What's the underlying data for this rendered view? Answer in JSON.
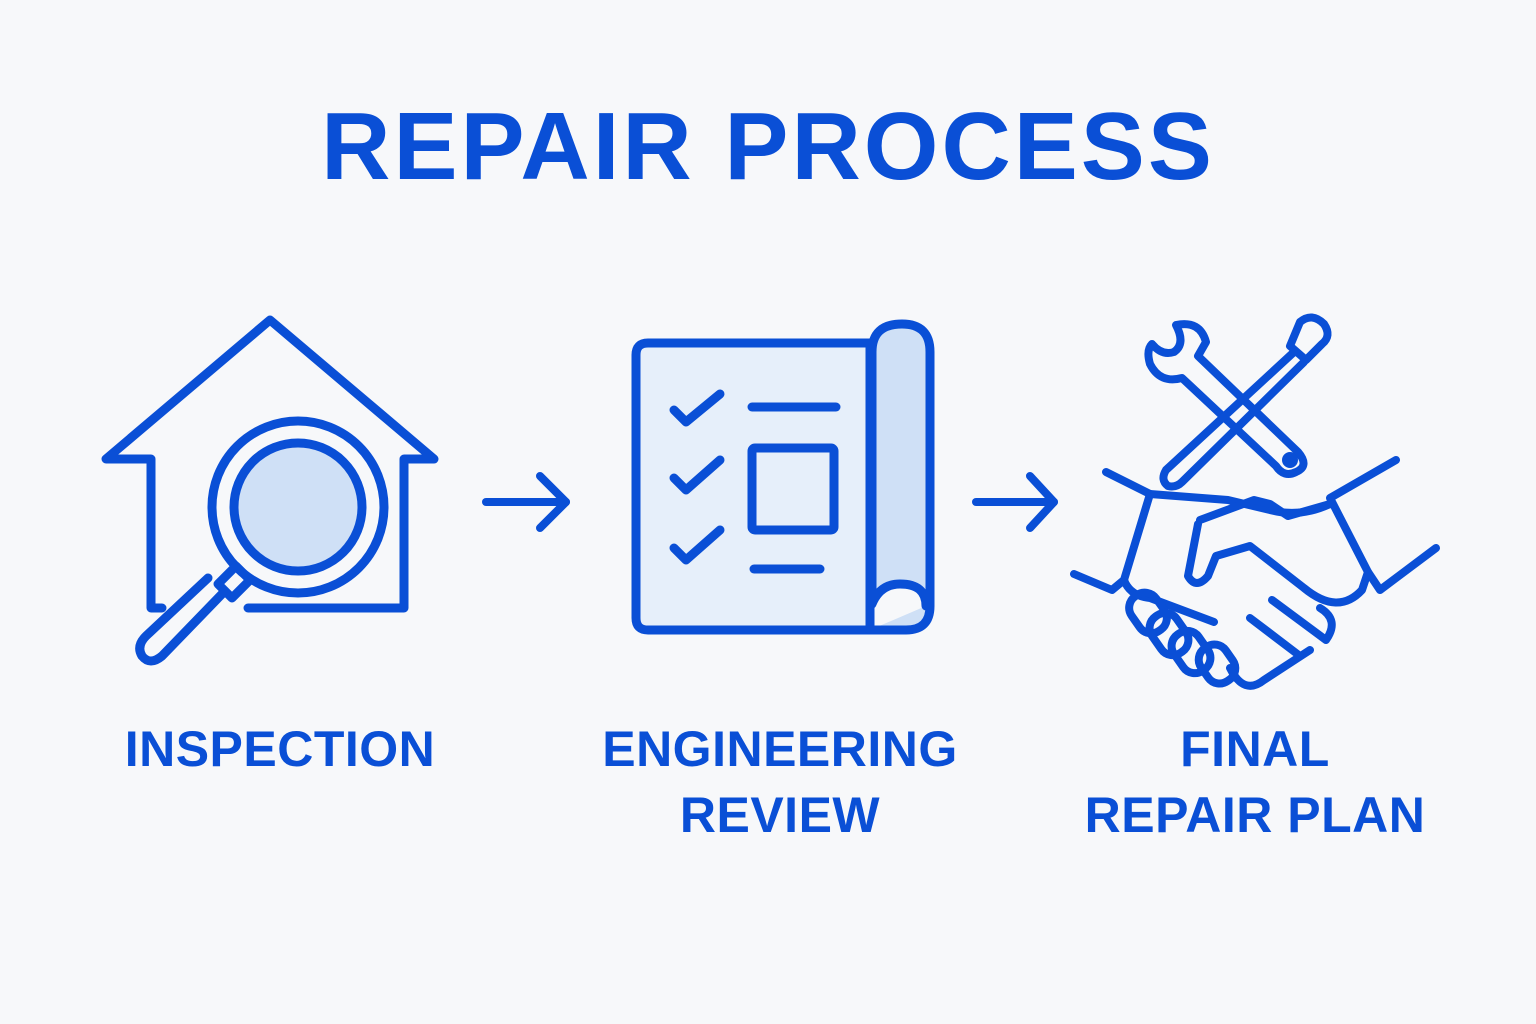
{
  "title": "REPAIR PROCESS",
  "colors": {
    "primary": "#0a4fd6",
    "fill_light": "#e6effa",
    "fill_mid": "#cfe0f6",
    "background": "#f7f8fa"
  },
  "steps": [
    {
      "icon": "house-magnifier-icon",
      "label_lines": [
        "INSPECTION"
      ]
    },
    {
      "icon": "blueprint-checklist-icon",
      "label_lines": [
        "ENGINEERING",
        "REVIEW"
      ]
    },
    {
      "icon": "handshake-tools-icon",
      "label_lines": [
        "FINAL",
        "REPAIR PLAN"
      ]
    }
  ],
  "connectors": [
    {
      "icon": "arrow-right-icon",
      "from": "INSPECTION",
      "to": "ENGINEERING REVIEW"
    },
    {
      "icon": "arrow-right-icon",
      "from": "ENGINEERING REVIEW",
      "to": "FINAL REPAIR PLAN"
    }
  ]
}
